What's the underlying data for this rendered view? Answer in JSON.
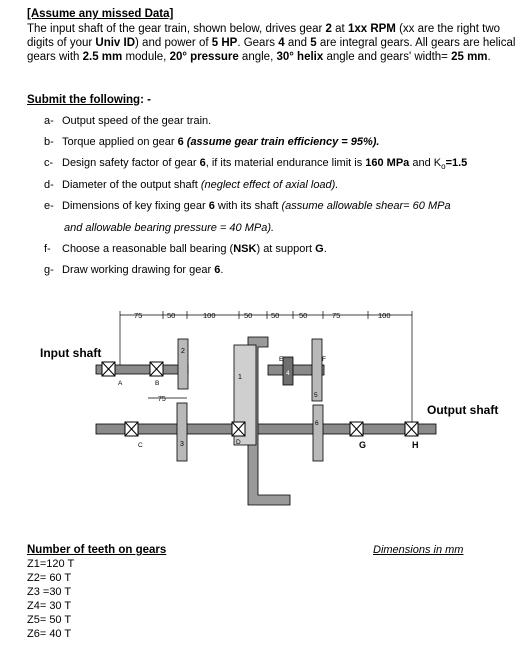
{
  "header": {
    "title": "[Assume any missed Data]"
  },
  "intro": {
    "p1": "The input shaft of the gear train, shown below, drives gear ",
    "gear2": "2",
    "p2": " at ",
    "rpm": "1xx RPM",
    "p3": " (xx are the right two digits of your ",
    "univ": "Univ ID",
    "p4": ") and power of ",
    "hp": "5 HP",
    "p5": ". Gears ",
    "g45": "4",
    "p6": " and ",
    "g5": "5",
    "p7": " are integral gears. All gears are helical gears with ",
    "module": "2.5 mm",
    "p8": " module, ",
    "pressure": "20° pressure",
    "p9": " angle, ",
    "helix": "30° helix",
    "p10": " angle and gears' width= ",
    "width": "25 mm",
    "p11": "."
  },
  "submit": {
    "label": "Submit the following",
    "suffix": ": -"
  },
  "tasks": [
    {
      "letter": "a-",
      "text": "Output speed of the gear train."
    },
    {
      "letter": "b-",
      "text": "Torque applied on gear ",
      "b1": "6",
      "i1": " (assume gear train efficiency = 95%)."
    },
    {
      "letter": "c-",
      "text": "Design safety factor of gear ",
      "b1": "6",
      "t2": ", if its material endurance limit is ",
      "b2": "160 MPa",
      "t3": " and K",
      "sub": "o",
      "b3": "=1.5"
    },
    {
      "letter": "d-",
      "text": "Diameter of the output shaft ",
      "i1": "(neglect effect of axial load)."
    },
    {
      "letter": "e-",
      "text": "Dimensions of key fixing gear ",
      "b1": "6",
      "t2": " with its shaft ",
      "i1": "(assume allowable shear= 60 MPa",
      "cont": "and allowable bearing pressure = 40 MPa)."
    },
    {
      "letter": "f-",
      "text": "Choose a reasonable ball bearing (",
      "b1": "NSK",
      "t2": ") at support ",
      "b2": "G",
      "t3": "."
    },
    {
      "letter": "g-",
      "text": "Draw working drawing for gear ",
      "b1": "6",
      "t2": "."
    }
  ],
  "diagram": {
    "input_label": "Input shaft",
    "output_label": "Output shaft",
    "dims_top": [
      "75",
      "50",
      "100",
      "50",
      "50",
      "50",
      "75",
      "100"
    ],
    "dim_75_b": "75",
    "support_labels": [
      "A",
      "B",
      "C",
      "D",
      "G",
      "H"
    ],
    "gear_labels": [
      "1",
      "2",
      "3",
      "4",
      "5",
      "6"
    ],
    "marker_E": "E",
    "marker_F": "F"
  },
  "teeth": {
    "title": "Number of teeth on gears",
    "items": [
      "Z1=120 T",
      "Z2= 60 T",
      "Z3 =30 T",
      "Z4= 30 T",
      "Z5= 50 T",
      "Z6= 40 T"
    ]
  },
  "dims_note": "Dimensions in mm"
}
